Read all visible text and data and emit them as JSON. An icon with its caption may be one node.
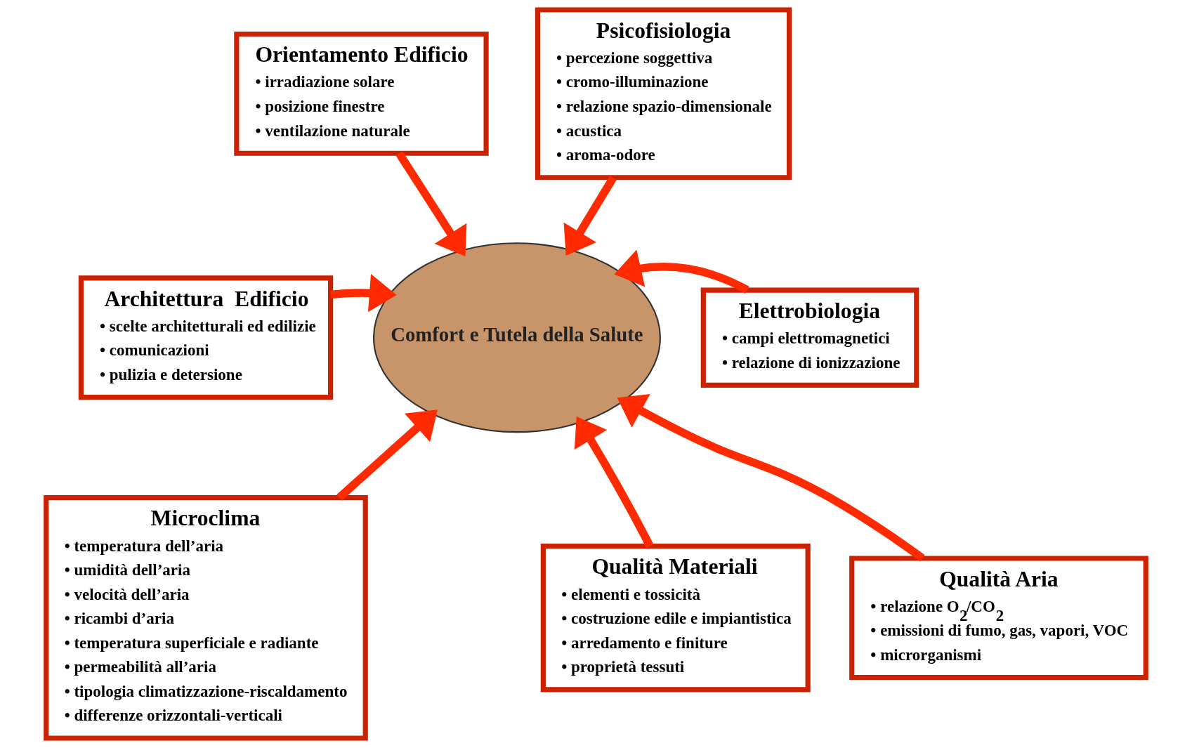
{
  "diagram": {
    "nodes": [
      {
        "text": [
          "Orientamento Edificio",
          "• irradiazione solare",
          "• posizione finestre",
          "• ventilazione naturale"
        ]
      },
      {
        "text": [
          "Psicofisiologia",
          "• percezione soggettiva",
          "• cromo-illuminazione",
          "• relazione spazio-dimensionale",
          "• acustica",
          "• aroma-odore"
        ]
      },
      {
        "text": [
          "Architettura  Edificio",
          "• scelte architetturali ed edilizie",
          "• comunicazioni",
          "• pulizia e detersione"
        ]
      },
      {
        "text": [
          "Comfort e Tutela della Salute"
        ]
      },
      {
        "text": [
          "Elettrobiologia",
          "• campi elettromagnetici",
          "• relazione di ionizzazione"
        ]
      },
      {
        "text": [
          "Microclima",
          "• temperatura dell’aria",
          "• umidità dell’aria",
          "• velocità dell’aria",
          "• ricambi d’aria",
          "• temperatura superficiale e radiante",
          "• permeabilità all’aria",
          "• tipologia climatizzazione-riscaldamento",
          "• differenze orizzontali-verticali"
        ]
      },
      {
        "text": [
          "Qualità Materiali",
          "• elementi e tossicità",
          "• costruzione edile e impiantistica",
          "• arredamento e finiture",
          "• proprietà tessuti"
        ]
      },
      {
        "text": [
          "Qualità Aria",
          "• relazione O$_{2}$/CO$_{2}$",
          "• emissioni di fumo, gas, vapori, VOC",
          "• microrganismi"
        ]
      }
    ],
    "edges": [
      {
        "from": 0,
        "to": 3,
        "arrow": "to"
      },
      {
        "from": 1,
        "to": 3,
        "arrow": "to"
      },
      {
        "from": 2,
        "to": 3,
        "arrow": "to"
      },
      {
        "from": 4,
        "to": 3,
        "arrow": "to"
      },
      {
        "from": 5,
        "to": 3,
        "arrow": "to"
      },
      {
        "from": 6,
        "to": 3,
        "arrow": "to"
      },
      {
        "from": 7,
        "to": 3,
        "arrow": "to"
      }
    ]
  }
}
